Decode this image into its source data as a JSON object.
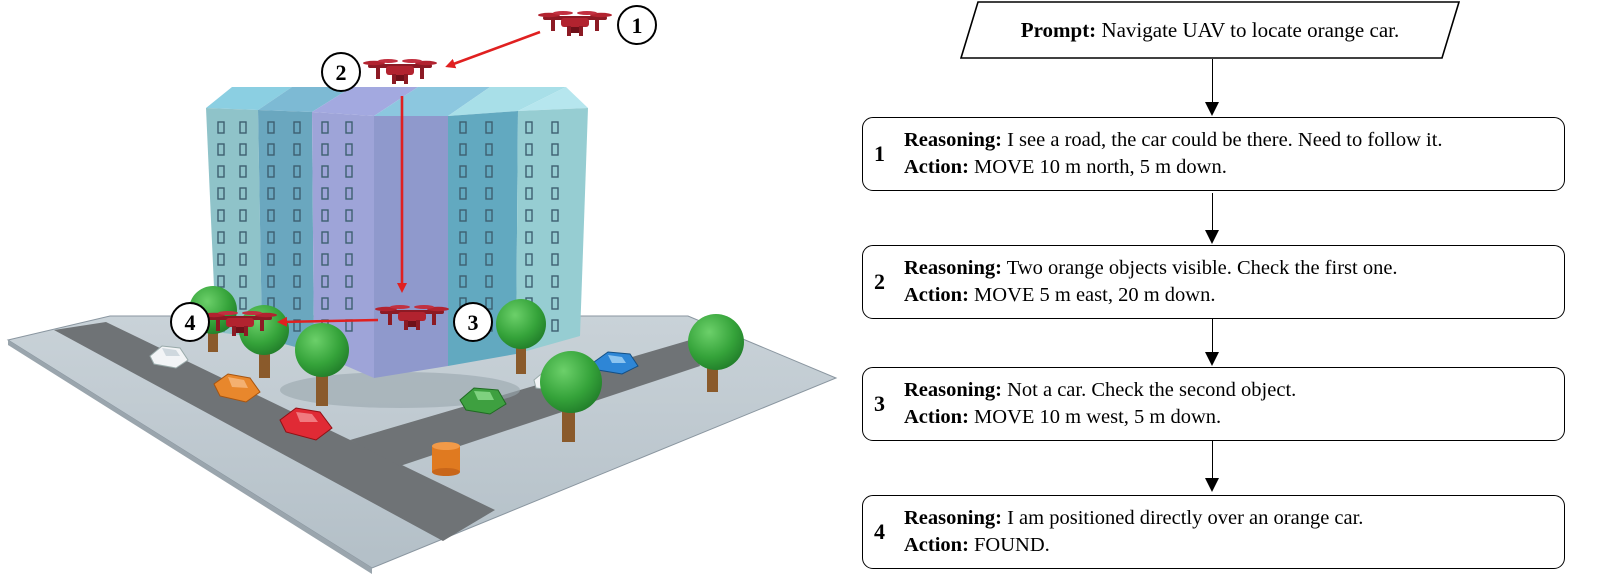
{
  "scene": {
    "markers": [
      "1",
      "2",
      "3",
      "4"
    ]
  },
  "flow": {
    "prompt": {
      "label": "Prompt:",
      "text": "Navigate UAV to locate orange car."
    },
    "steps": [
      {
        "num": "1",
        "reasoning_label": "Reasoning:",
        "reasoning": "I see a road, the car could be there. Need to follow it.",
        "action_label": "Action:",
        "action": "MOVE 10 m north, 5 m down."
      },
      {
        "num": "2",
        "reasoning_label": "Reasoning:",
        "reasoning": "Two orange objects visible. Check the first one.",
        "action_label": "Action:",
        "action": "MOVE 5 m east, 20 m down."
      },
      {
        "num": "3",
        "reasoning_label": "Reasoning:",
        "reasoning": "Not a car. Check the second object.",
        "action_label": "Action:",
        "action": "MOVE 10 m west, 5 m down."
      },
      {
        "num": "4",
        "reasoning_label": "Reasoning:",
        "reasoning": "I am positioned directly over an orange car.",
        "action_label": "Action:",
        "action": "FOUND."
      }
    ]
  },
  "colors": {
    "path": "#e02020",
    "drone": "#b2232f",
    "target_car": "#e8872c",
    "building": "#7fb6cf"
  }
}
